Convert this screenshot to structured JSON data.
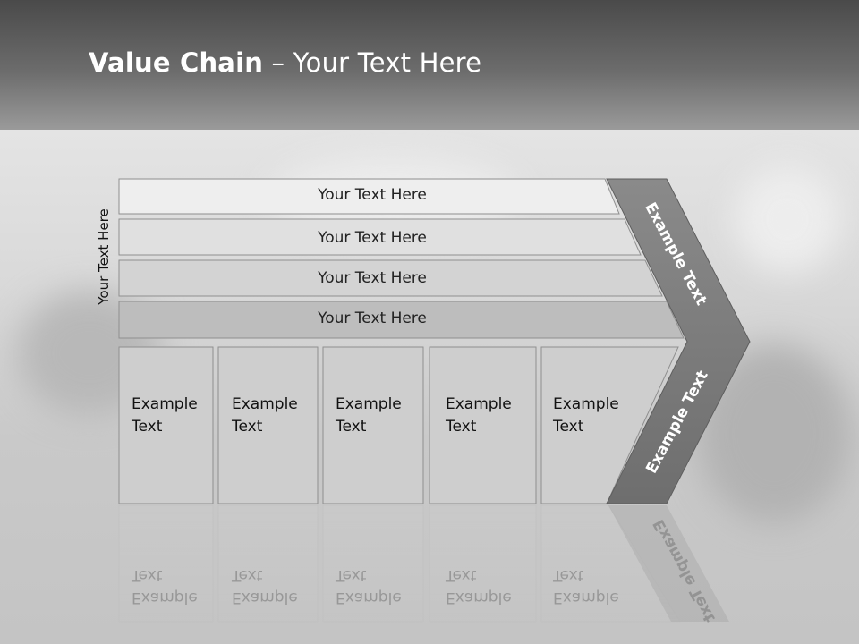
{
  "title": {
    "bold": "Value Chain",
    "rest": " – Your Text Here"
  },
  "side_label": "Your Text Here",
  "rows": [
    {
      "label": "Your Text Here"
    },
    {
      "label": "Your Text Here"
    },
    {
      "label": "Your Text Here"
    },
    {
      "label": "Your Text Here"
    }
  ],
  "columns": [
    {
      "line1": "Example",
      "line2": "Text"
    },
    {
      "line1": "Example",
      "line2": "Text"
    },
    {
      "line1": "Example",
      "line2": "Text"
    },
    {
      "line1": "Example",
      "line2": "Text"
    },
    {
      "line1": "Example",
      "line2": "Text"
    }
  ],
  "arrow": {
    "upper_label": "Example Text",
    "lower_label": "Example Text"
  },
  "colors": {
    "header": "#5a5a5a",
    "chevron": "#7a7a7a",
    "row_fills": [
      "#eeeeee",
      "#e0e0e0",
      "#d3d3d3",
      "#bdbdbd"
    ],
    "column_fill": "#cecece"
  }
}
